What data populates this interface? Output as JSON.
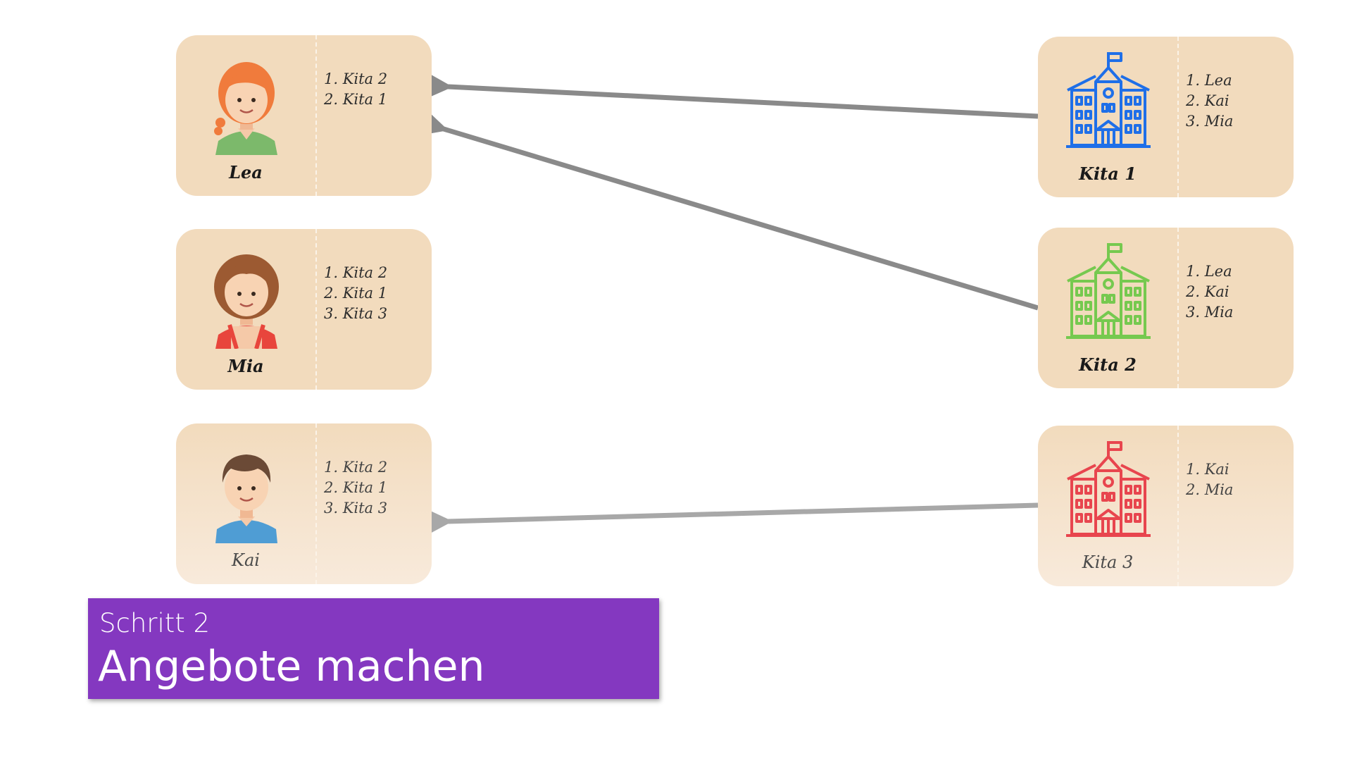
{
  "children": [
    {
      "name": "Lea",
      "preferences": [
        "1. Kita 2",
        "2. Kita 1"
      ],
      "avatar": "girl-red-hair-icon"
    },
    {
      "name": "Mia",
      "preferences": [
        "1. Kita 2",
        "2. Kita 1",
        "3. Kita 3"
      ],
      "avatar": "girl-brown-hair-icon"
    },
    {
      "name": "Kai",
      "preferences": [
        "1. Kita 2",
        "2. Kita 1",
        "3. Kita 3"
      ],
      "avatar": "boy-icon"
    }
  ],
  "kitas": [
    {
      "name": "Kita 1",
      "preferences": [
        "1. Lea",
        "2. Kai",
        "3. Mia"
      ],
      "color": "#1f6fe8",
      "icon": "school-building-icon"
    },
    {
      "name": "Kita 2",
      "preferences": [
        "1. Lea",
        "2. Kai",
        "3. Mia"
      ],
      "color": "#76c94f",
      "icon": "school-building-icon"
    },
    {
      "name": "Kita 3",
      "preferences": [
        "1. Kai",
        "2. Mia"
      ],
      "color": "#e8454e",
      "icon": "school-building-icon"
    }
  ],
  "offers": [
    {
      "from": "Kita 1",
      "to": "Lea"
    },
    {
      "from": "Kita 2",
      "to": "Lea"
    },
    {
      "from": "Kita 3",
      "to": "Kai"
    }
  ],
  "caption": {
    "step": "Schritt 2",
    "title": "Angebote machen",
    "background": "#8438c0"
  },
  "colors": {
    "card": "#f2dbbd",
    "arrow": "#8a8a8a"
  }
}
